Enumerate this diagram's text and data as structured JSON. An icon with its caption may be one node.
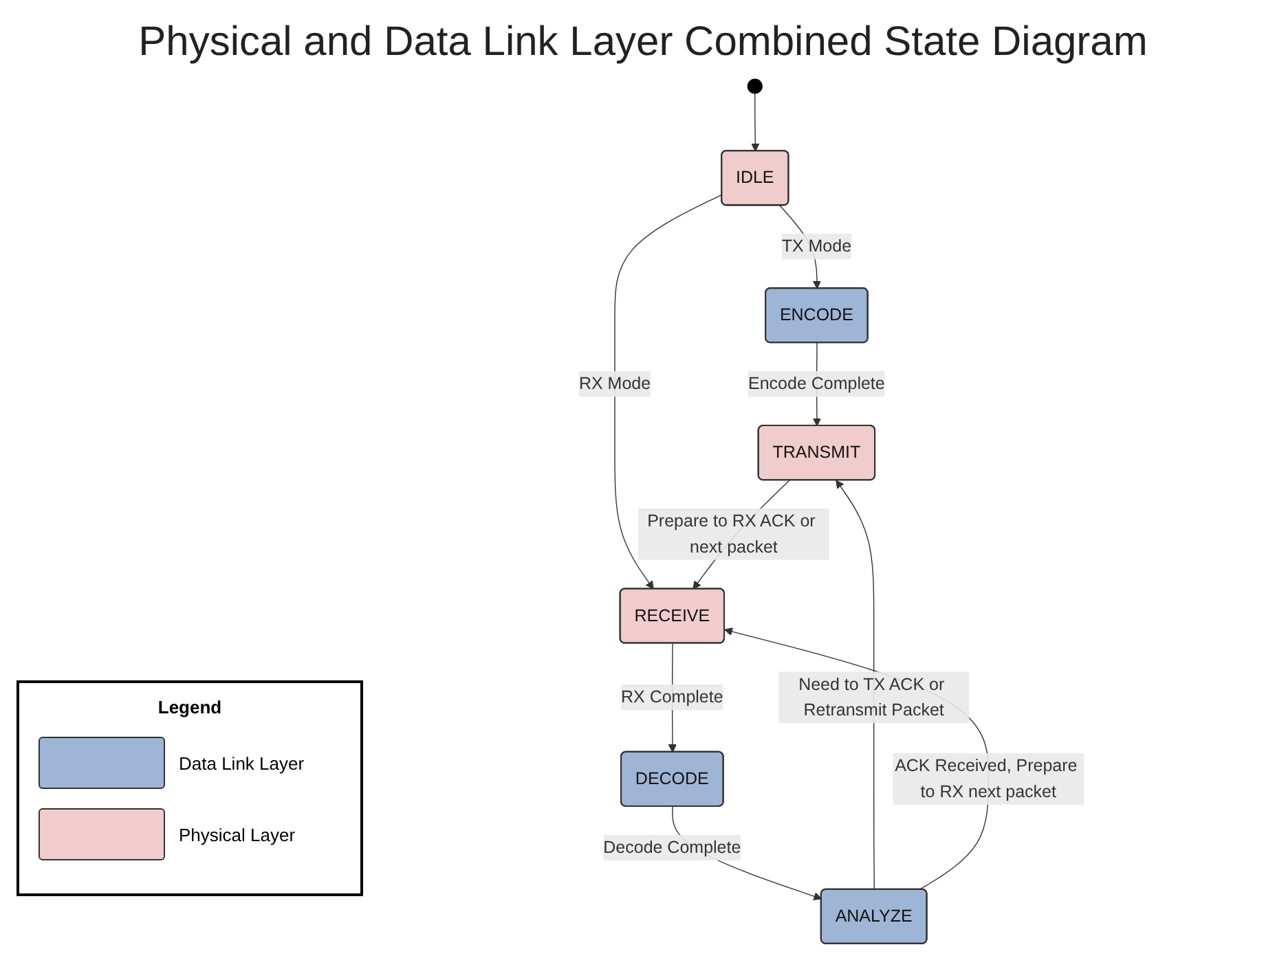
{
  "diagram": {
    "title": "Physical and Data Link Layer Combined State Diagram",
    "nodes": [
      {
        "text": [],
        "shape": "circle"
      },
      {
        "text": [
          "IDLE"
        ]
      },
      {
        "text": [
          "ENCODE"
        ]
      },
      {
        "text": [
          "TRANSMIT"
        ]
      },
      {
        "text": [
          "RECEIVE"
        ]
      },
      {
        "text": [
          "DECODE"
        ]
      },
      {
        "text": [
          "ANALYZE"
        ]
      }
    ],
    "edges": [
      {
        "from": 0,
        "to": 1,
        "arrow": "to"
      },
      {
        "from": 1,
        "to": 2,
        "arrow": "to",
        "label": "TX Mode"
      },
      {
        "from": 1,
        "to": 4,
        "arrow": "to",
        "label": "RX Mode"
      },
      {
        "from": 2,
        "to": 3,
        "arrow": "to",
        "label": "Encode Complete"
      },
      {
        "from": 3,
        "to": 4,
        "arrow": "to",
        "label": "Prepare to RX ACK or next packet"
      },
      {
        "from": 4,
        "to": 5,
        "arrow": "to",
        "label": "RX Complete"
      },
      {
        "from": 5,
        "to": 6,
        "arrow": "to",
        "label": "Decode Complete"
      },
      {
        "from": 6,
        "to": 3,
        "arrow": "to",
        "label": "Need to TX ACK or Retransmit Packet"
      },
      {
        "from": 6,
        "to": 4,
        "arrow": "to",
        "label": "ACK Received, Prepare to RX next packet"
      }
    ],
    "labels": [
      "Legend"
    ],
    "legend": [
      {
        "text": "Data Link Layer",
        "color": "#9fb5d6"
      },
      {
        "text": "Physical Layer",
        "color": "#f0cccc"
      }
    ]
  }
}
